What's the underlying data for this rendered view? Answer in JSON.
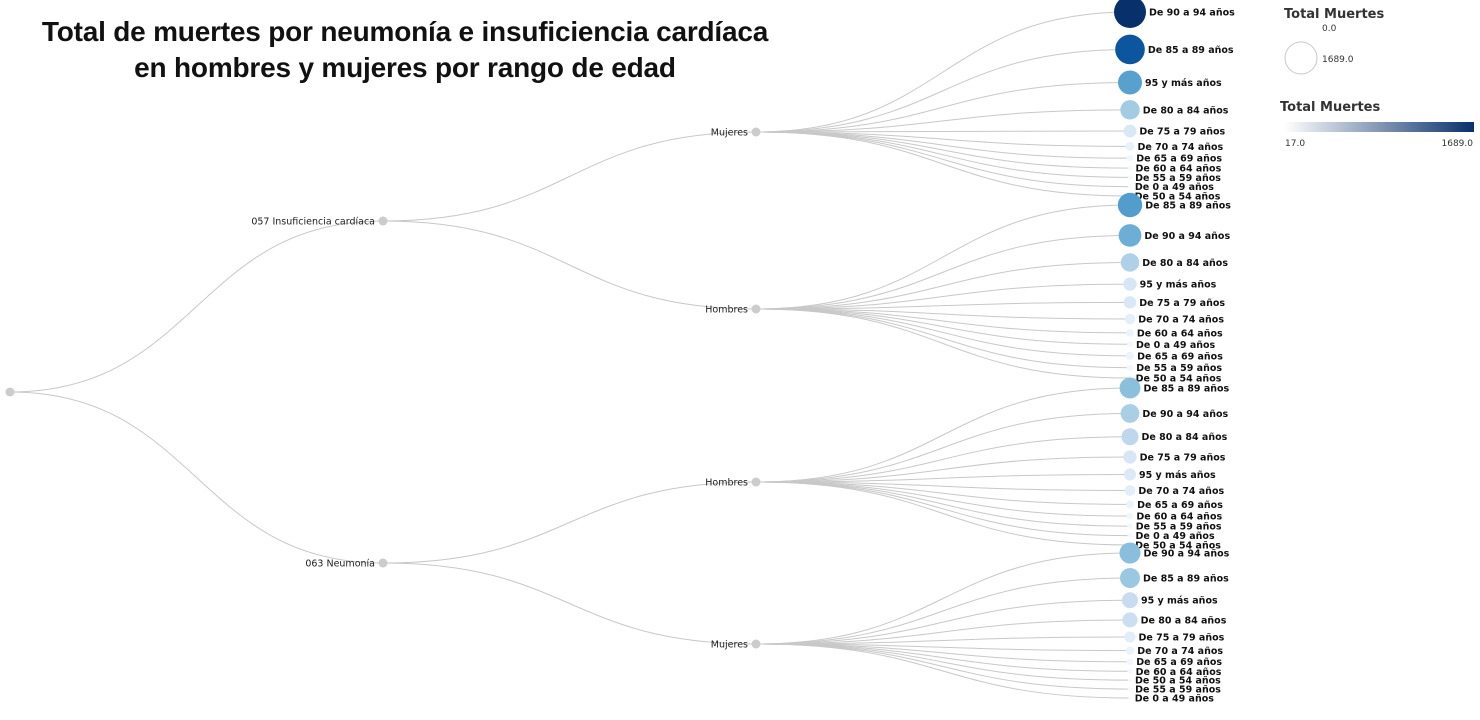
{
  "title": {
    "line1": "Total de muertes por neumonía e insuficiencia cardíaca",
    "line2": "en hombres y mujeres por rango de edad"
  },
  "legend": {
    "size": {
      "title": "Total Muertes",
      "min_label": "0.0",
      "max_label": "1689.0",
      "min": 0,
      "max": 1689
    },
    "color": {
      "title": "Total Muertes",
      "min_label": "17.0",
      "max_label": "1689.0",
      "min": 17,
      "max": 1689,
      "colors": [
        "#ffffff",
        "#08306b"
      ]
    }
  },
  "tree": {
    "name": "",
    "children": [
      {
        "name": "057 Insuficiencia cardíaca",
        "children": [
          {
            "name": "Mujeres",
            "children": [
              {
                "name": "De 90 a 94 años",
                "value": 1689
              },
              {
                "name": "De 85 a 89 años",
                "value": 1450
              },
              {
                "name": "95 y más años",
                "value": 950
              },
              {
                "name": "De 80 a 84 años",
                "value": 620
              },
              {
                "name": "De 75 a 79 años",
                "value": 270
              },
              {
                "name": "De 70 a 74 años",
                "value": 130
              },
              {
                "name": "De 65 a 69 años",
                "value": 70
              },
              {
                "name": "De 60 a 64 años",
                "value": 40
              },
              {
                "name": "De 55 a 59 años",
                "value": 30
              },
              {
                "name": "De 0 a 49 años",
                "value": 22
              },
              {
                "name": "De 50 a 54 años",
                "value": 17
              }
            ]
          },
          {
            "name": "Hombres",
            "children": [
              {
                "name": "De 85 a 89 años",
                "value": 980
              },
              {
                "name": "De 90 a 94 años",
                "value": 850
              },
              {
                "name": "De 80 a 84 años",
                "value": 560
              },
              {
                "name": "95 y más años",
                "value": 290
              },
              {
                "name": "De 75 a 79 años",
                "value": 260
              },
              {
                "name": "De 70 a 74 años",
                "value": 180
              },
              {
                "name": "De 60 a 64 años",
                "value": 100
              },
              {
                "name": "De 0 a 49 años",
                "value": 60
              },
              {
                "name": "De 65 a 69 años",
                "value": 110
              },
              {
                "name": "De 55 a 59 años",
                "value": 70
              },
              {
                "name": "De 50 a 54 años",
                "value": 45
              }
            ]
          }
        ]
      },
      {
        "name": "063 Neumonía",
        "children": [
          {
            "name": "Hombres",
            "children": [
              {
                "name": "De 85 a 89 años",
                "value": 720
              },
              {
                "name": "De 90 a 94 años",
                "value": 580
              },
              {
                "name": "De 80 a 84 años",
                "value": 480
              },
              {
                "name": "De 75 a 79 años",
                "value": 290
              },
              {
                "name": "95 y más años",
                "value": 240
              },
              {
                "name": "De 70 a 74 años",
                "value": 190
              },
              {
                "name": "De 65 a 69 años",
                "value": 110
              },
              {
                "name": "De 60 a 64 años",
                "value": 75
              },
              {
                "name": "De 55 a 59 años",
                "value": 50
              },
              {
                "name": "De 0 a 49 años",
                "value": 40
              },
              {
                "name": "De 50 a 54 años",
                "value": 30
              }
            ]
          },
          {
            "name": "Mujeres",
            "children": [
              {
                "name": "De 90 a 94 años",
                "value": 730
              },
              {
                "name": "De 85 a 89 años",
                "value": 660
              },
              {
                "name": "95 y más años",
                "value": 420
              },
              {
                "name": "De 80 a 84 años",
                "value": 380
              },
              {
                "name": "De 75 a 79 años",
                "value": 200
              },
              {
                "name": "De 70 a 74 años",
                "value": 120
              },
              {
                "name": "De 65 a 69 años",
                "value": 70
              },
              {
                "name": "De 60 a 64 años",
                "value": 45
              },
              {
                "name": "De 50 a 54 años",
                "value": 28
              },
              {
                "name": "De 55 a 59 años",
                "value": 30
              },
              {
                "name": "De 0 a 49 años",
                "value": 20
              }
            ]
          }
        ]
      }
    ]
  }
}
